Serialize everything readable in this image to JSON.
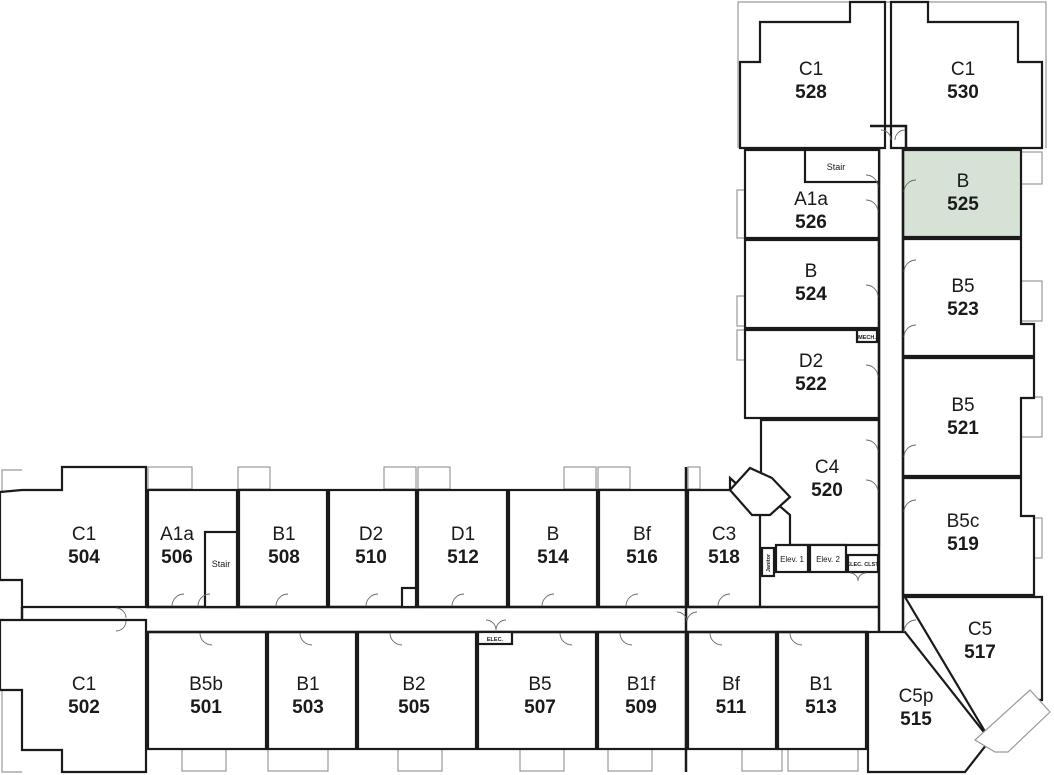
{
  "colors": {
    "selected_unit": "#d6e2d5",
    "wall": "#1a1a1a",
    "window": "#9a9a9a"
  },
  "units": [
    {
      "type": "C1",
      "number": "528"
    },
    {
      "type": "C1",
      "number": "530"
    },
    {
      "type": "B",
      "number": "525",
      "selected": true
    },
    {
      "type": "A1a",
      "number": "526"
    },
    {
      "type": "B",
      "number": "524"
    },
    {
      "type": "B5",
      "number": "523"
    },
    {
      "type": "D2",
      "number": "522"
    },
    {
      "type": "B5",
      "number": "521"
    },
    {
      "type": "C4",
      "number": "520"
    },
    {
      "type": "B5c",
      "number": "519"
    },
    {
      "type": "C5",
      "number": "517"
    },
    {
      "type": "C5p",
      "number": "515"
    },
    {
      "type": "C1",
      "number": "504"
    },
    {
      "type": "A1a",
      "number": "506"
    },
    {
      "type": "B1",
      "number": "508"
    },
    {
      "type": "D2",
      "number": "510"
    },
    {
      "type": "D1",
      "number": "512"
    },
    {
      "type": "B",
      "number": "514"
    },
    {
      "type": "Bf",
      "number": "516"
    },
    {
      "type": "C3",
      "number": "518"
    },
    {
      "type": "C1",
      "number": "502"
    },
    {
      "type": "B5b",
      "number": "501"
    },
    {
      "type": "B1",
      "number": "503"
    },
    {
      "type": "B2",
      "number": "505"
    },
    {
      "type": "B5",
      "number": "507"
    },
    {
      "type": "B1f",
      "number": "509"
    },
    {
      "type": "Bf",
      "number": "511"
    },
    {
      "type": "B1",
      "number": "513"
    }
  ],
  "service": {
    "stair_top": "Stair",
    "stair_left": "Stair",
    "elev1": "Elev. 1",
    "elev2": "Elev. 2",
    "mech": "MECH.",
    "elec_closet": "ELEC. CLST.",
    "elec": "ELEC.",
    "janitor": "Janitor"
  }
}
